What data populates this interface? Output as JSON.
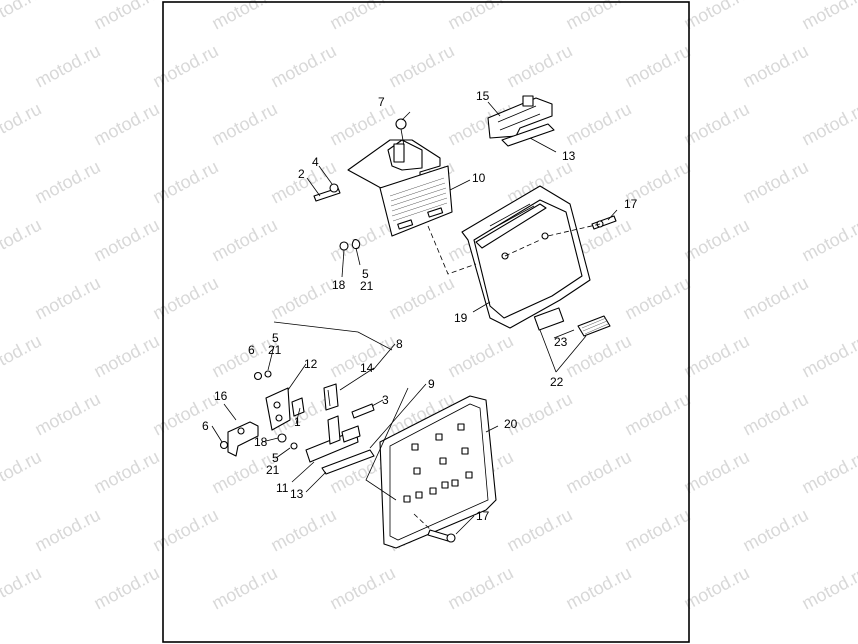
{
  "watermark": "motod.ru",
  "callouts": {
    "c1": "1",
    "c2": "2",
    "c3": "3",
    "c4": "4",
    "c5a": "5",
    "c5b": "5",
    "c5c": "5",
    "c6a": "6",
    "c6b": "6",
    "c7": "7",
    "c8": "8",
    "c9": "9",
    "c10": "10",
    "c11": "11",
    "c12": "12",
    "c13a": "13",
    "c13b": "13",
    "c14": "14",
    "c15": "15",
    "c16": "16",
    "c17a": "17",
    "c17b": "17",
    "c18a": "18",
    "c18b": "18",
    "c19": "19",
    "c20": "20",
    "c21a": "21",
    "c21b": "21",
    "c21c": "21",
    "c22": "22",
    "c23": "23"
  }
}
